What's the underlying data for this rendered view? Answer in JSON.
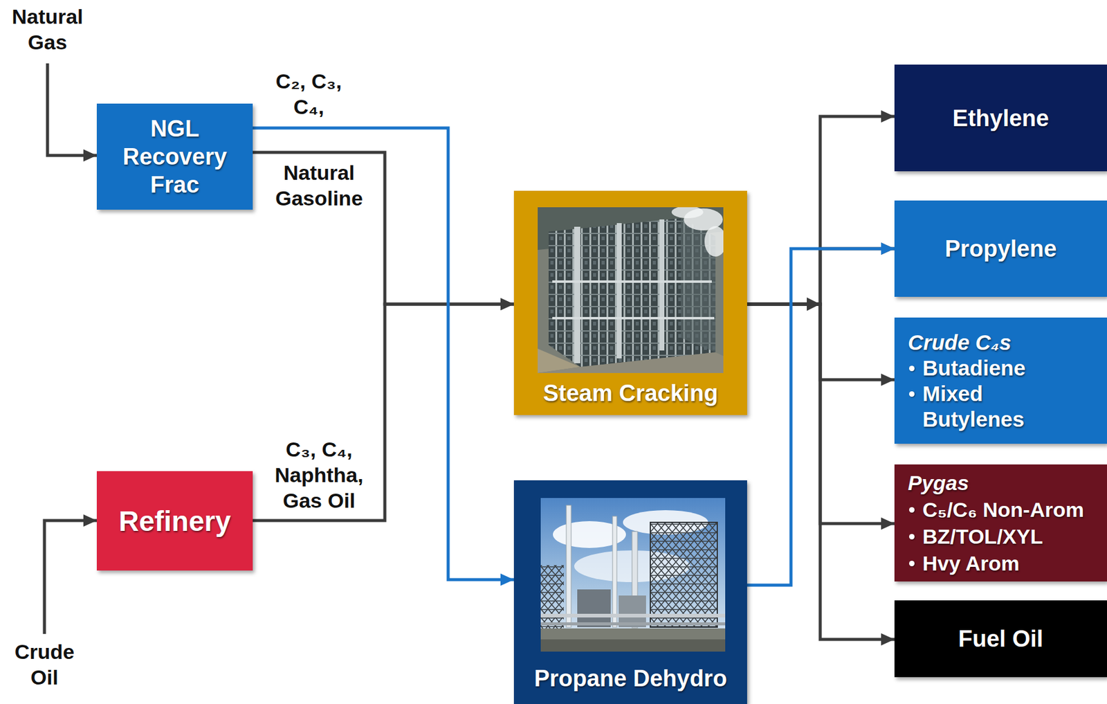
{
  "diagram": {
    "nodes": [
      {
        "text": [
          "NGL Recovery Frac"
        ]
      },
      {
        "text": [
          "Refinery"
        ]
      },
      {
        "text": [
          "Steam Cracking"
        ]
      },
      {
        "text": [
          "Propane Dehydro"
        ]
      },
      {
        "text": [
          "Ethylene"
        ]
      },
      {
        "text": [
          "Propylene"
        ]
      },
      {
        "text": [
          "Crude C₄s",
          "Butadiene",
          "Mixed Butylenes"
        ]
      },
      {
        "text": [
          "Pygas",
          "C₅/C₆ Non-Arom",
          "BZ/TOL/XYL",
          "Hvy Arom"
        ]
      },
      {
        "text": [
          "Fuel Oil"
        ]
      }
    ],
    "edges": [
      {
        "from": 0,
        "to": 2,
        "label": "Natural Gasoline",
        "arrow": "to"
      },
      {
        "from": 0,
        "to": 3,
        "label": "C₂, C₃, C₄,",
        "arrow": "to"
      },
      {
        "from": 1,
        "to": 2,
        "label": "C₃, C₄, Naphtha, Gas Oil",
        "arrow": "to"
      },
      {
        "from": 2,
        "to": 4,
        "arrow": "to"
      },
      {
        "from": 2,
        "to": 5,
        "arrow": "to"
      },
      {
        "from": 2,
        "to": 6,
        "arrow": "to"
      },
      {
        "from": 2,
        "to": 7,
        "arrow": "to"
      },
      {
        "from": 2,
        "to": 8,
        "arrow": "to"
      },
      {
        "from": 3,
        "to": 5,
        "arrow": "to"
      }
    ],
    "labels": [
      "Natural Gas",
      "Crude Oil"
    ]
  }
}
